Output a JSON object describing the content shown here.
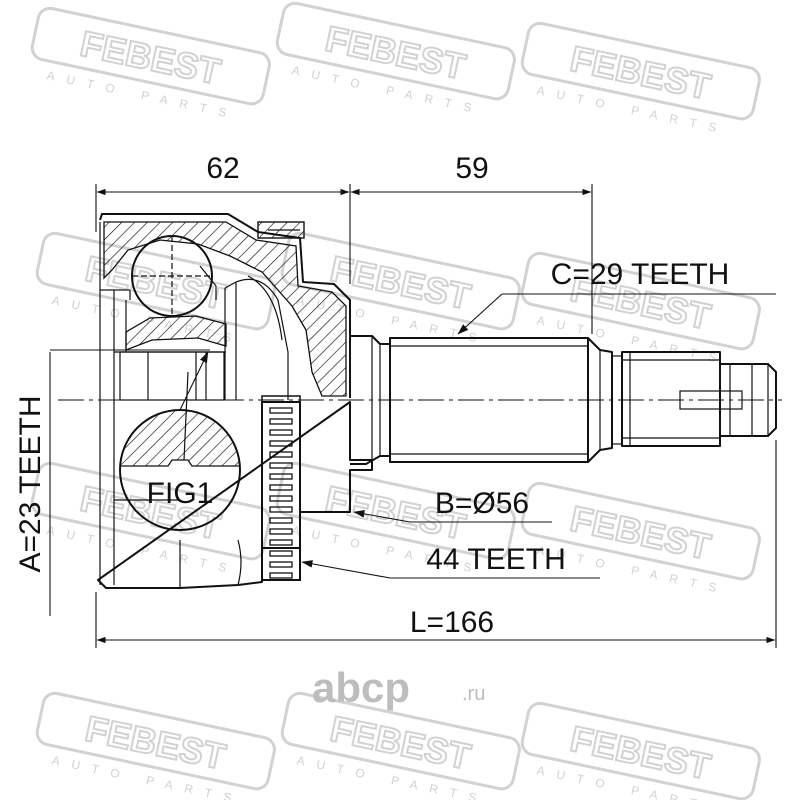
{
  "watermark": {
    "brand": "FEBEST",
    "tagline": "AUTO PARTS",
    "site_logo": "abcp",
    "site_tld": ".ru",
    "color": "#d2d2d2",
    "logo_color": "#bdbdbd"
  },
  "dimensions": {
    "outer_length": "62",
    "shaft_length": "59",
    "total_length": "L=166"
  },
  "callouts": {
    "outer_spline": "C=29 TEETH",
    "seal_diameter": "B=Ø56",
    "abs_ring": "44 TEETH",
    "inner_spline": "A=23 TEETH",
    "figure": "FIG1"
  },
  "colors": {
    "line": "#111111",
    "hatch": "#111111"
  }
}
